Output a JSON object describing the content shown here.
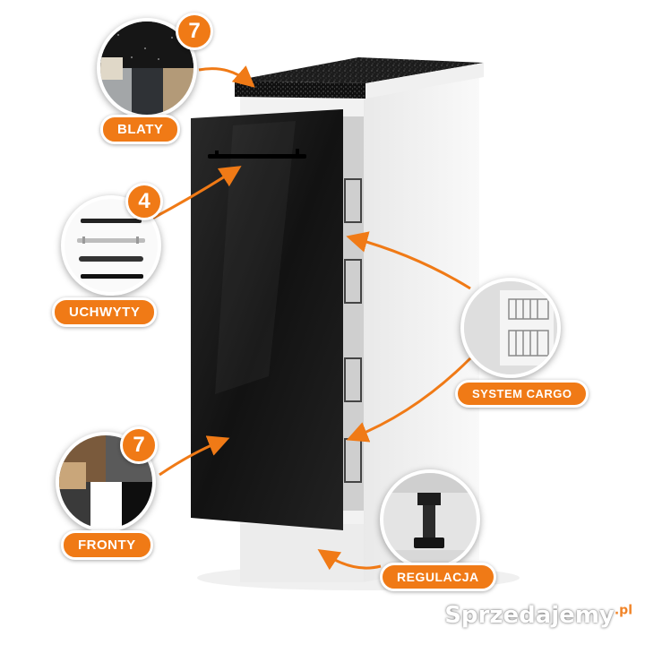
{
  "callouts": {
    "blaty": {
      "label": "BLATY",
      "count": "7"
    },
    "uchwyty": {
      "label": "UCHWYTY",
      "count": "4"
    },
    "system_cargo": {
      "label": "SYSTEM CARGO"
    },
    "fronty": {
      "label": "FRONTY",
      "count": "7"
    },
    "regulacja": {
      "label": "REGULACJA"
    }
  },
  "watermark": {
    "text": "Sprzedajemy",
    "suffix": ".pl"
  },
  "colors": {
    "accent": "#f07a16",
    "cabinet_front": "#1a1a1a",
    "cabinet_body": "#f4f4f4"
  }
}
